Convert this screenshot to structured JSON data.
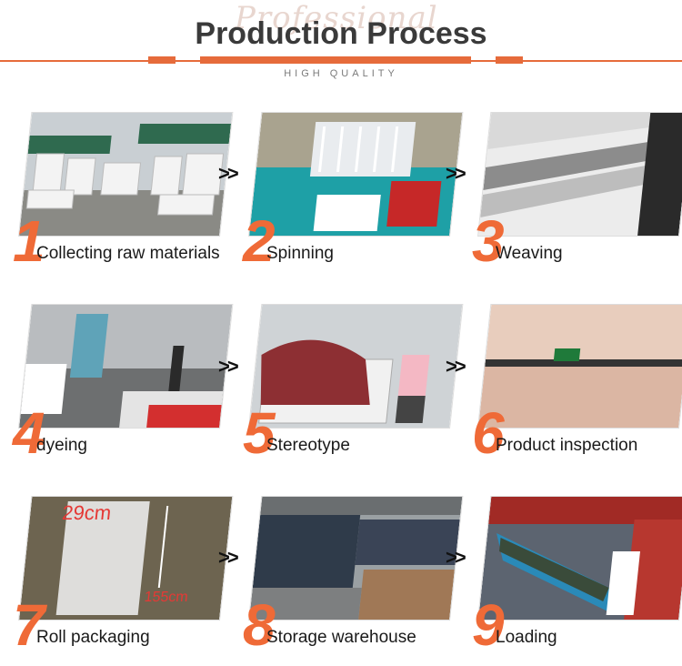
{
  "header": {
    "watermark": "Professional",
    "title": "Production Process",
    "subtitle": "HIGH QUALITY"
  },
  "arrow_glyph": ">>",
  "steps": [
    {
      "number": "1",
      "label": "Collecting raw materials"
    },
    {
      "number": "2",
      "label": "Spinning"
    },
    {
      "number": "3",
      "label": "Weaving"
    },
    {
      "number": "4",
      "label": "dyeing"
    },
    {
      "number": "5",
      "label": "Stereotype"
    },
    {
      "number": "6",
      "label": "Product inspection"
    },
    {
      "number": "7",
      "label": "Roll packaging",
      "photo_text": [
        "29cm",
        "155cm"
      ]
    },
    {
      "number": "8",
      "label": "Storage warehouse"
    },
    {
      "number": "9",
      "label": "Loading"
    }
  ],
  "colors": {
    "accent": "#ef6a37",
    "title": "#3a3a3a"
  }
}
